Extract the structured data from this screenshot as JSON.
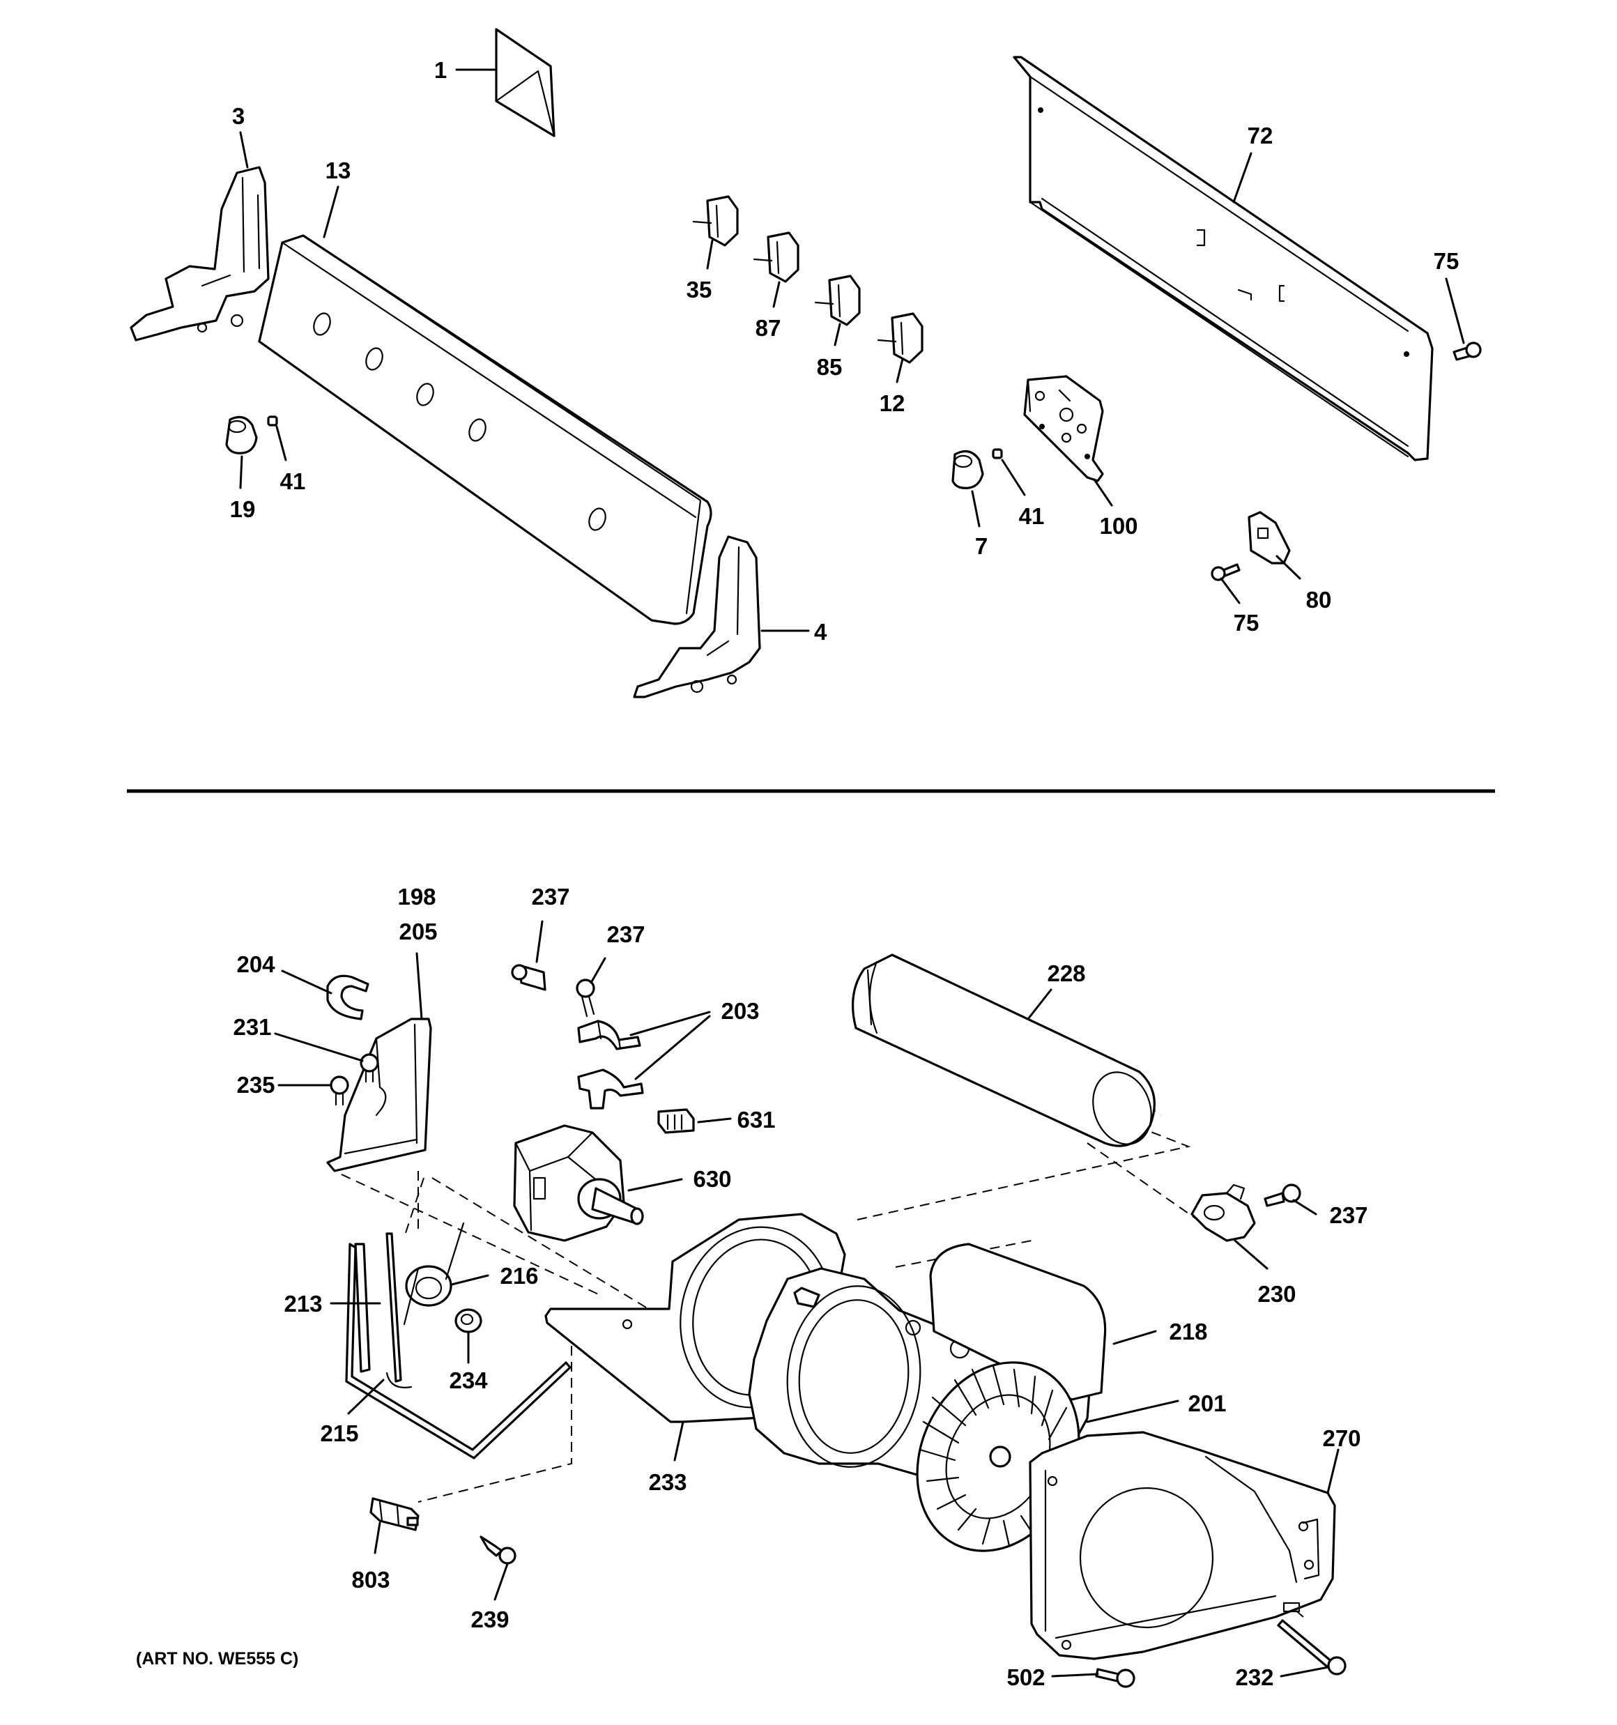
{
  "diagram": {
    "art_number": "(ART NO. WE555 C)",
    "colors": {
      "ink": "#000000",
      "paper": "#ffffff"
    },
    "upper_section": {
      "labels": [
        "1",
        "3",
        "13",
        "35",
        "87",
        "85",
        "12",
        "72",
        "75",
        "19",
        "41",
        "4",
        "7",
        "41",
        "100",
        "80",
        "75"
      ]
    },
    "lower_section": {
      "labels": [
        "198",
        "205",
        "204",
        "231",
        "235",
        "237",
        "237",
        "203",
        "228",
        "631",
        "630",
        "237",
        "230",
        "216",
        "213",
        "234",
        "215",
        "218",
        "201",
        "270",
        "233",
        "803",
        "239",
        "502",
        "232"
      ]
    }
  }
}
